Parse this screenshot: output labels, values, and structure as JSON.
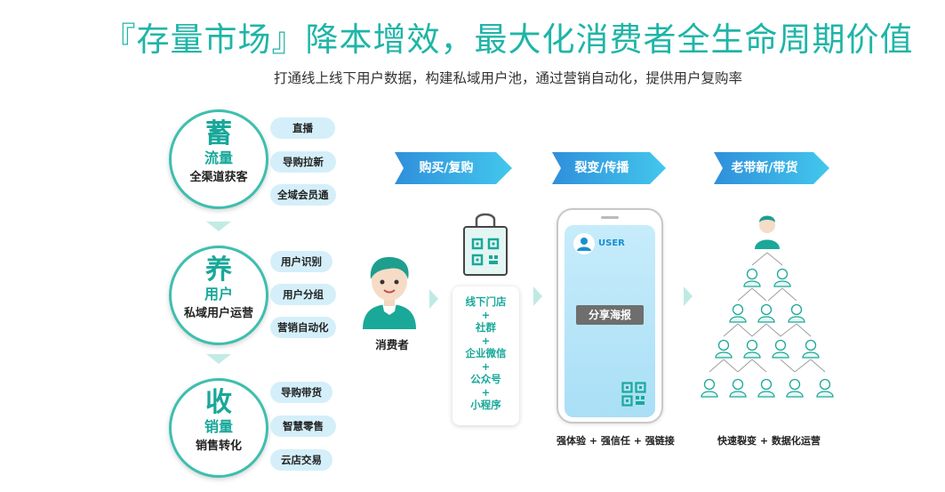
{
  "header": {
    "title": "『存量市场』降本增效，最大化消费者全生命周期价值",
    "subtitle": "打通线上线下用户数据，构建私域用户池，通过营销自动化，提供用户复购率"
  },
  "stages": [
    {
      "big": "蓄",
      "mid": "流量",
      "small": "全渠道获客",
      "tags": [
        "直播",
        "导购拉新",
        "全域会员通"
      ]
    },
    {
      "big": "养",
      "mid": "用户",
      "small": "私域用户运营",
      "tags": [
        "用户识别",
        "用户分组",
        "营销自动化"
      ]
    },
    {
      "big": "收",
      "mid": "销量",
      "small": "销售转化",
      "tags": [
        "导购带货",
        "智慧零售",
        "云店交易"
      ]
    }
  ],
  "flow": {
    "arrows": [
      "购买/复购",
      "裂变/传播",
      "老带新/带货"
    ],
    "consumer_label": "消费者",
    "channels": [
      "线下门店",
      "+",
      "社群",
      "+",
      "企业微信",
      "+",
      "公众号",
      "+",
      "小程序"
    ],
    "phone_user": "USER",
    "share_button": "分享海报",
    "phone_caption": "强体验 + 强信任 + 强链接",
    "network_caption": "快速裂变 + 数据化运营"
  },
  "colors": {
    "primary": "#1fb5a7",
    "arrow_start": "#2f8fdc",
    "arrow_end": "#43c7ec",
    "pill_bg": "#d4eff9"
  },
  "icons": [
    "shopping-bag-qr-icon",
    "consumer-avatar-icon",
    "phone-icon",
    "qr-code-icon",
    "referral-network-icon"
  ]
}
